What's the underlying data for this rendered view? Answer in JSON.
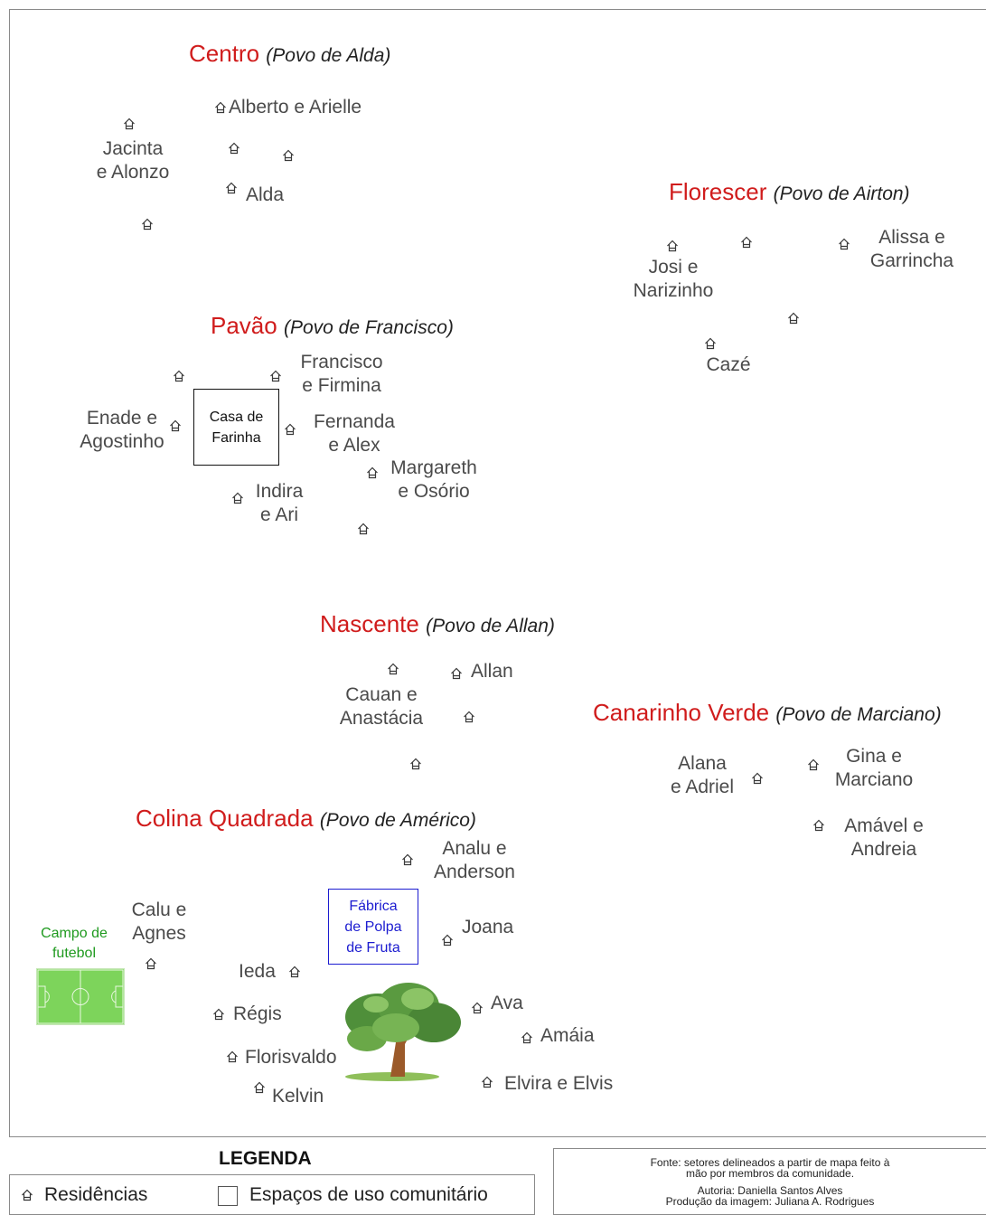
{
  "sectors": {
    "centro": {
      "name": "Centro",
      "sub": "(Povo de Alda)"
    },
    "florescer": {
      "name": "Florescer",
      "sub": "(Povo de Airton)"
    },
    "pavao": {
      "name": "Pavão",
      "sub": "(Povo de Francisco)"
    },
    "nascente": {
      "name": "Nascente",
      "sub": "(Povo de Allan)"
    },
    "canarinho": {
      "name": "Canarinho Verde",
      "sub": "(Povo de Marciano)"
    },
    "colina": {
      "name": "Colina Quadrada",
      "sub": "(Povo de Américo)"
    }
  },
  "residences": {
    "alberto_arielle": "Alberto e Arielle",
    "jacinta_l1": "Jacinta",
    "jacinta_l2": "e Alonzo",
    "alda": "Alda",
    "alissa_l1": "Alissa e",
    "alissa_l2": "Garrincha",
    "josi_l1": "Josi e",
    "josi_l2": "Narizinho",
    "caze": "Cazé",
    "francisco_l1": "Francisco",
    "francisco_l2": "e Firmina",
    "enade_l1": "Enade e",
    "enade_l2": "Agostinho",
    "fernanda_l1": "Fernanda",
    "fernanda_l2": "e Alex",
    "margareth_l1": "Margareth",
    "margareth_l2": "e Osório",
    "indira_l1": "Indira",
    "indira_l2": "e Ari",
    "allan": "Allan",
    "cauan_l1": "Cauan e",
    "cauan_l2": "Anastácia",
    "alana_l1": "Alana",
    "alana_l2": "e Adriel",
    "gina_l1": "Gina e",
    "gina_l2": "Marciano",
    "amavel_l1": "Amável e",
    "amavel_l2": "Andreia",
    "analu_l1": "Analu e",
    "analu_l2": "Anderson",
    "calu_l1": "Calu e",
    "calu_l2": "Agnes",
    "joana": "Joana",
    "ieda": "Ieda",
    "regis": "Régis",
    "ava": "Ava",
    "amaia": "Amáia",
    "florisvaldo": "Florisvaldo",
    "elvira": "Elvira e Elvis",
    "kelvin": "Kelvin"
  },
  "community_spaces": {
    "casa_l1": "Casa de",
    "casa_l2": "Farinha",
    "fabrica_l1": "Fábrica",
    "fabrica_l2": "de Polpa",
    "fabrica_l3": "de Fruta",
    "campo_l1": "Campo de",
    "campo_l2": "futebol"
  },
  "legend": {
    "title": "LEGENDA",
    "residences": "Residências",
    "community": "Espaços de uso comunitário"
  },
  "source": {
    "line1": "Fonte: setores delineados a partir de mapa feito à",
    "line2": "mão por membros da comunidade.",
    "line3": "Autoria: Daniella Santos Alves",
    "line4": "Produção da imagem: Juliana A. Rodrigues"
  },
  "colors": {
    "sector": "#d01c1c",
    "label": "#4a4a4a",
    "fabrica": "#1c1cd0",
    "campo": "#1f9a1f",
    "field": "#7dd45b"
  },
  "icons": {
    "residence": "house-icon",
    "tree": "tree-icon",
    "field": "soccer-field-icon"
  }
}
